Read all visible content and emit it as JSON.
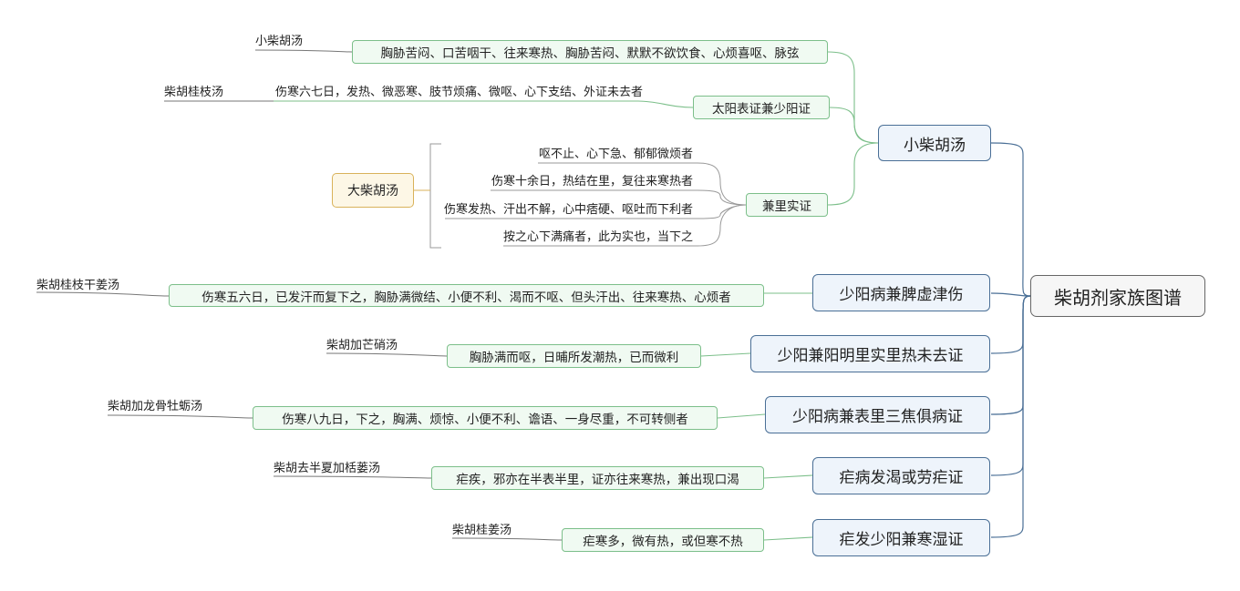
{
  "root": {
    "label": "柴胡剂家族图谱"
  },
  "groups": {
    "xiaochaihu": {
      "label": "小柴胡汤",
      "sub_main": {
        "text": "胸胁苦闷、口苦咽干、往来寒热、胸胁苦闷、默默不欲饮食、心烦喜呕、脉弦",
        "formula": "小柴胡汤"
      },
      "sub_taiyang": {
        "label": "太阳表证兼少阳证",
        "text": "伤寒六七日，发热、微恶寒、肢节烦痛、微呕、心下支结、外证未去者",
        "formula": "柴胡桂枝汤"
      },
      "sub_jianli": {
        "label": "兼里实证",
        "formula": "大柴胡汤",
        "items": [
          "呕不止、心下急、郁郁微烦者",
          "伤寒十余日，热结在里，复往来寒热者",
          "伤寒发热、汗出不解，心中痞硬、呕吐而下利者",
          "按之心下满痛者，此为实也，当下之"
        ]
      }
    },
    "pixu": {
      "label": "少阳病兼脾虚津伤",
      "text": "伤寒五六日，已发汗而复下之，胸胁满微结、小便不利、渴而不呕、但头汗出、往来寒热、心烦者",
      "formula": "柴胡桂枝干姜汤"
    },
    "yangming": {
      "label": "少阳兼阳明里实里热未去证",
      "text": "胸胁满而呕，日晡所发潮热，已而微利",
      "formula": "柴胡加芒硝汤"
    },
    "sanjiao": {
      "label": "少阳病兼表里三焦俱病证",
      "text": "伤寒八九日，下之，胸满、烦惊、小便不利、谵语、一身尽重，不可转侧者",
      "formula": "柴胡加龙骨牡蛎汤"
    },
    "nueke": {
      "label": "疟病发渴或劳疟证",
      "text": "疟疾，邪亦在半表半里，证亦往来寒热，兼出现口渴",
      "formula": "柴胡去半夏加栝蒌汤"
    },
    "hanshi": {
      "label": "疟发少阳兼寒湿证",
      "text": "疟寒多，微有热，或但寒不热",
      "formula": "柴胡桂姜汤"
    }
  },
  "colors": {
    "main_line": "#4a6f96",
    "green_line": "#7cbf8a",
    "formula_line": "#777777"
  }
}
